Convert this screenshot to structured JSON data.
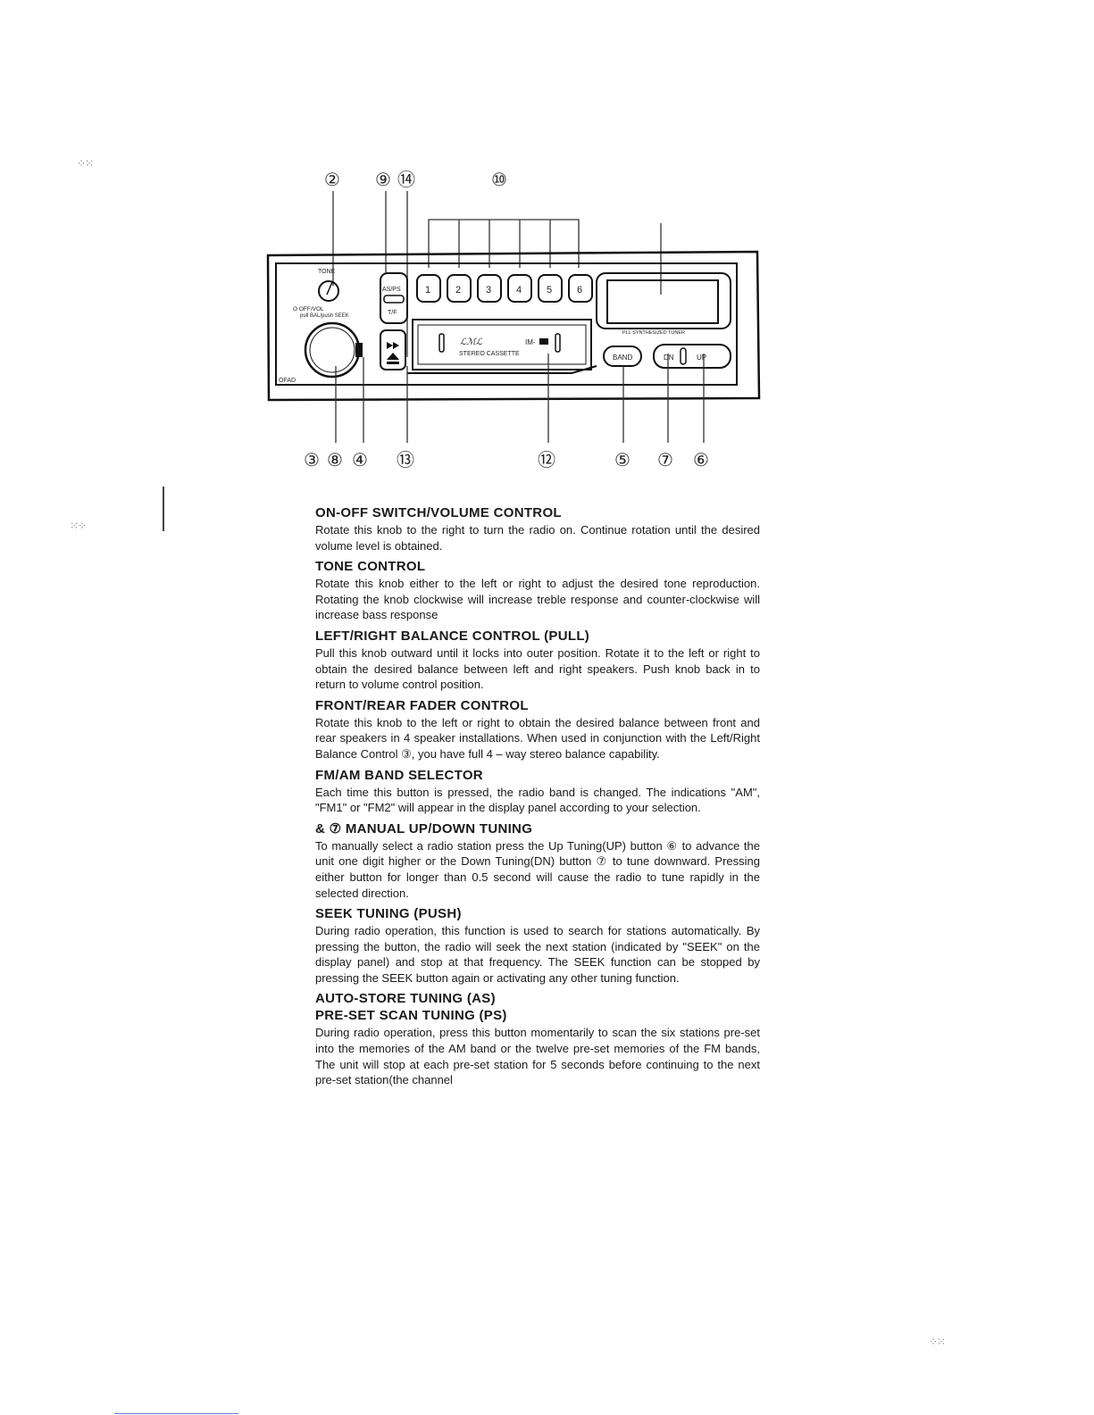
{
  "diagram": {
    "callouts_top": [
      "②",
      "⑨",
      "⑭",
      "⑩"
    ],
    "callouts_bottom": [
      "③",
      "⑧",
      "④",
      "⑬",
      "⑫",
      "⑤",
      "⑦",
      "⑥"
    ],
    "labels": {
      "tone": "TONE",
      "off_vol": "O OFF/VOL",
      "pull_bal": "pull BAL/push SEEK",
      "fad": "OFAD",
      "asps": "AS/PS",
      "tf": "T/F",
      "presets": [
        "1",
        "2",
        "3",
        "4",
        "5",
        "6"
      ],
      "cassette_logo": "IM-",
      "cassette_text": "STEREO CASSETTE",
      "tuner_text": "PLL SYNTHESIZED TUNER",
      "band": "BAND",
      "dn": "DN",
      "up": "UP"
    }
  },
  "sections": [
    {
      "heading": "ON-OFF SWITCH/VOLUME CONTROL",
      "body": "Rotate this knob to the right to turn the radio on. Continue rotation until the desired volume level is obtained."
    },
    {
      "heading": "TONE CONTROL",
      "body": "Rotate this knob either to the left or right to adjust the desired tone reproduction. Rotating the knob clockwise will increase treble response and counter-clockwise will increase bass response"
    },
    {
      "heading": "LEFT/RIGHT BALANCE CONTROL (PULL)",
      "body": "Pull this knob outward until it locks into outer position. Rotate it to the left or right to obtain the desired balance between left and right speakers. Push knob back in to return to volume control position."
    },
    {
      "heading": "FRONT/REAR FADER CONTROL",
      "body": "Rotate this knob to the left or right to obtain the desired balance between front and rear speakers in 4 speaker installations. When used in conjunction with the Left/Right Balance Control ③, you have full 4 – way stereo balance capability."
    },
    {
      "heading": "FM/AM BAND SELECTOR",
      "body": "Each time this button is pressed, the radio band is changed. The indications \"AM\", \"FM1\" or \"FM2\" will appear in the display panel according to your selection."
    },
    {
      "heading": "& ⑦ MANUAL UP/DOWN TUNING",
      "body": "To manually select a radio station press the Up Tuning(UP) button ⑥ to advance the unit one digit higher or the Down Tuning(DN) button ⑦ to tune downward. Pressing either button for longer than 0.5 second will cause the radio to tune rapidly in the selected direction."
    },
    {
      "heading": "SEEK TUNING (PUSH)",
      "body": "During radio operation, this function is used to search for stations automatically. By pressing the button, the radio will seek the next station (indicated by \"SEEK\" on the display panel) and stop at that frequency. The SEEK function can be stopped by pressing the SEEK button again or activating any other tuning function."
    },
    {
      "heading": "AUTO-STORE TUNING (AS)",
      "subheading": "PRE-SET SCAN TUNING (PS)",
      "body": "During radio operation, press this button momentarily to scan the six stations pre-set into the memories of the AM band or the twelve pre-set memories of the FM bands, The unit will stop at each pre-set station for 5 seconds before continuing to the next pre-set station(the channel"
    }
  ]
}
